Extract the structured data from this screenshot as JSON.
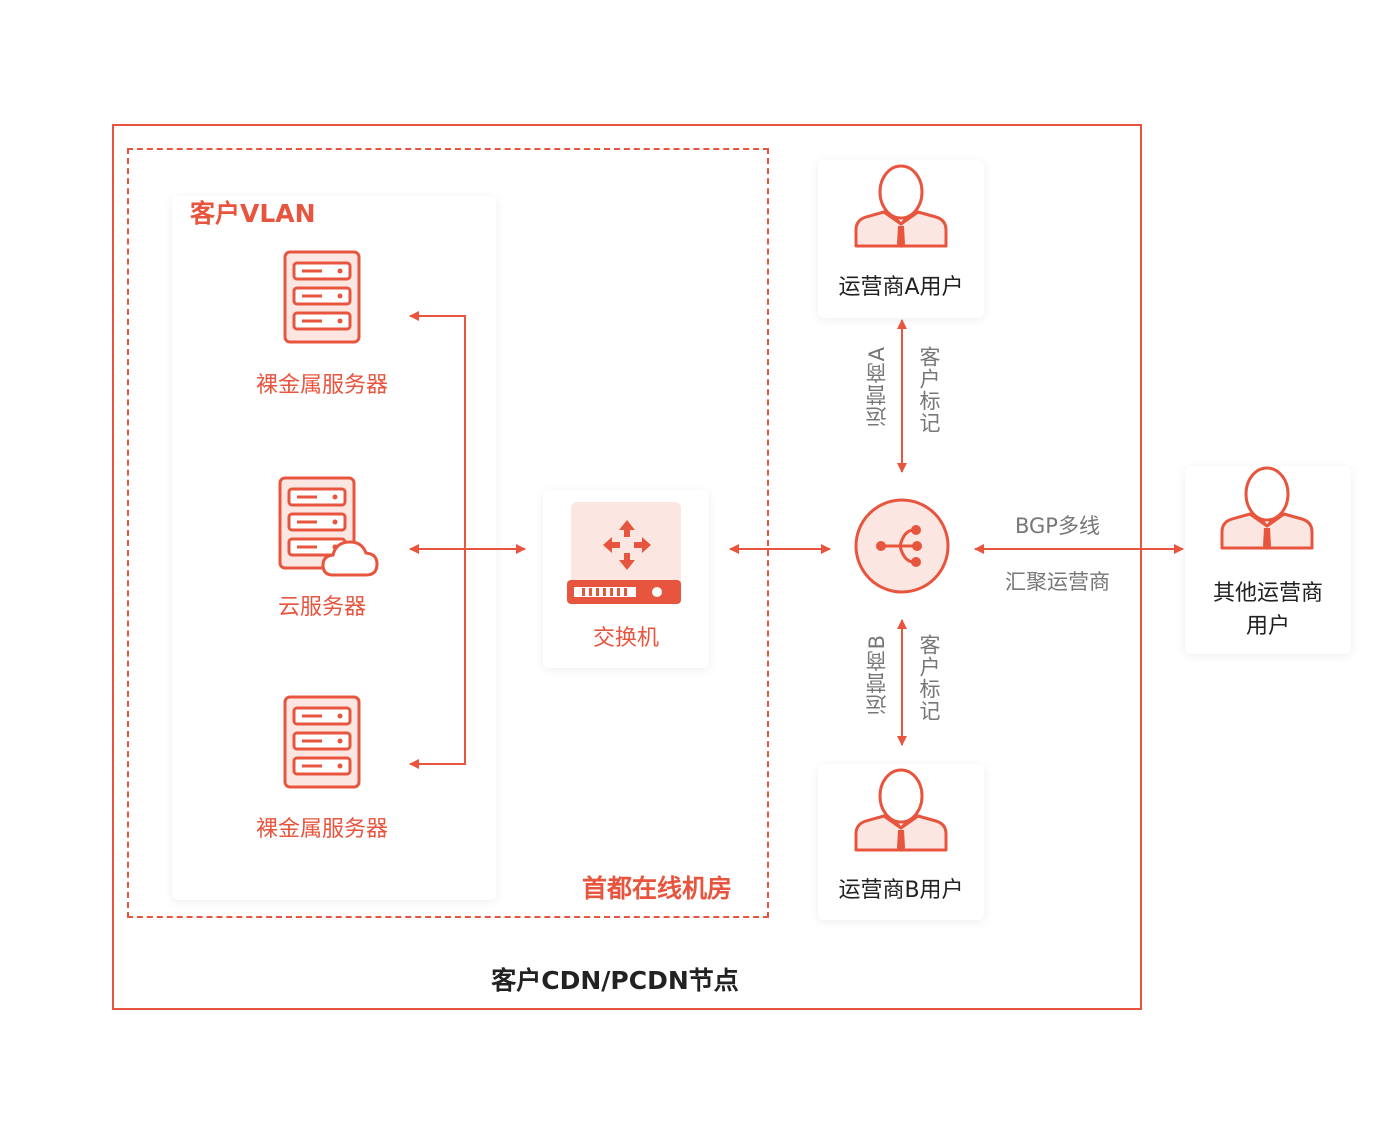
{
  "node": {
    "title": "客户CDN/PCDN节点",
    "datacenter_label": "首都在线机房",
    "vlan_label": "客户VLAN"
  },
  "servers": [
    {
      "label": "裸金属服务器",
      "icon": "bare-metal-server-icon"
    },
    {
      "label": "云服务器",
      "icon": "cloud-server-icon"
    },
    {
      "label": "裸金属服务器",
      "icon": "bare-metal-server-icon"
    }
  ],
  "switch": {
    "label": "交换机",
    "icon": "switch-icon"
  },
  "hub": {
    "icon": "bgp-hub-icon",
    "top_label": "BGP多线",
    "bottom_label": "汇聚运营商"
  },
  "users": {
    "carrier_a": {
      "label": "运营商A用户",
      "icon": "user-icon"
    },
    "carrier_b": {
      "label": "运营商B用户",
      "icon": "user-icon"
    },
    "other": {
      "label_line1": "其他运营商",
      "label_line2": "用户",
      "icon": "user-icon"
    }
  },
  "links": {
    "carrier_a": {
      "left": "运营商A",
      "right": "客户标记"
    },
    "carrier_b": {
      "left": "运营商B",
      "right": "客户标记"
    }
  },
  "colors": {
    "accent": "#e8553e",
    "accent_light": "#fbe6e1",
    "text_dark": "#222222",
    "text_gray": "#777777"
  }
}
